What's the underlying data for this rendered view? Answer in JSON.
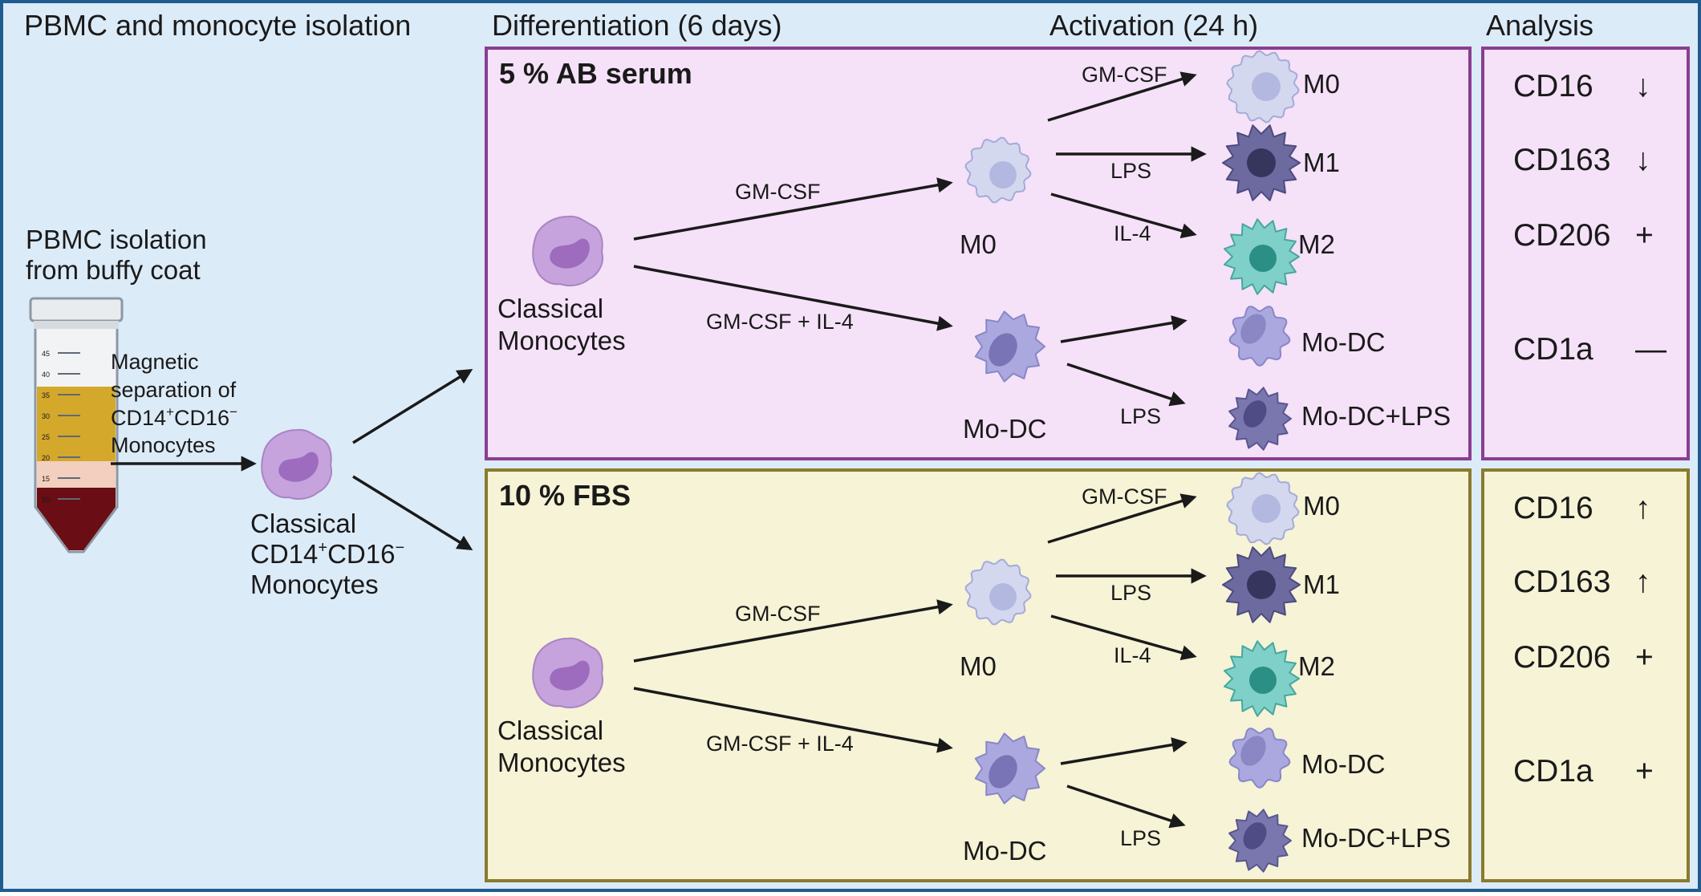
{
  "headers": {
    "isolation": "PBMC and monocyte isolation",
    "differentiation": "Differentiation (6 days)",
    "activation": "Activation (24 h)",
    "analysis": "Analysis"
  },
  "isolation": {
    "pbmc_line1": "PBMC isolation",
    "pbmc_line2": "from buffy coat",
    "mag_line1": "Magnetic",
    "mag_line2": "separation of",
    "mag_line3_main": "CD14",
    "mag_line3_sup1": "+",
    "mag_line3_mid": "CD16",
    "mag_line3_sup2": "−",
    "mag_line4": "Monocytes",
    "cell_line1": "Classical",
    "cell_line2_main": "CD14",
    "cell_line2_sup1": "+",
    "cell_line2_mid": "CD16",
    "cell_line2_sup2": "−",
    "cell_line3": "Monocytes",
    "tube_ticks": [
      "45",
      "40",
      "35",
      "30",
      "25",
      "20",
      "15",
      "10"
    ]
  },
  "panels": [
    {
      "title": "5 % AB serum",
      "monocyte_line1": "Classical",
      "monocyte_line2": "Monocytes",
      "gm_csf": "GM-CSF",
      "gm_csf_il4": "GM-CSF  +  IL-4",
      "m0": "M0",
      "mo_dc": "Mo-DC",
      "act_gm_csf": "GM-CSF",
      "act_lps": "LPS",
      "act_il4": "IL-4",
      "act_dc_lps": "LPS",
      "out_m0": "M0",
      "out_m1": "M1",
      "out_m2": "M2",
      "out_modc": "Mo-DC",
      "out_modc_lps": "Mo-DC+LPS",
      "analysis": [
        {
          "marker": "CD16",
          "symbol": "↓"
        },
        {
          "marker": "CD163",
          "symbol": "↓"
        },
        {
          "marker": "CD206",
          "symbol": "+"
        },
        {
          "marker": "CD1a",
          "symbol": "—"
        }
      ]
    },
    {
      "title": "10 % FBS",
      "monocyte_line1": "Classical",
      "monocyte_line2": "Monocytes",
      "gm_csf": "GM-CSF",
      "gm_csf_il4": "GM-CSF  +  IL-4",
      "m0": "M0",
      "mo_dc": "Mo-DC",
      "act_gm_csf": "GM-CSF",
      "act_lps": "LPS",
      "act_il4": "IL-4",
      "act_dc_lps": "LPS",
      "out_m0": "M0",
      "out_m1": "M1",
      "out_m2": "M2",
      "out_modc": "Mo-DC",
      "out_modc_lps": "Mo-DC+LPS",
      "analysis": [
        {
          "marker": "CD16",
          "symbol": "↑"
        },
        {
          "marker": "CD163",
          "symbol": "↑"
        },
        {
          "marker": "CD206",
          "symbol": "+"
        },
        {
          "marker": "CD1a",
          "symbol": "+"
        }
      ]
    }
  ],
  "colors": {
    "background": "#dcebf8",
    "border": "#1f5c8f",
    "panel1_fill": "#f5e1f8",
    "panel1_stroke": "#8a3d91",
    "panel2_fill": "#f6f3d6",
    "panel2_stroke": "#8a7a2e",
    "monocyte": "#c6a3dc",
    "monocyte_nucleus": "#9d6cbf",
    "m0": "#d4d8ef",
    "m1": "#6c6a9e",
    "m2": "#7fd0c8",
    "modc": "#aaa8df",
    "modc_lps": "#7a76ae"
  }
}
